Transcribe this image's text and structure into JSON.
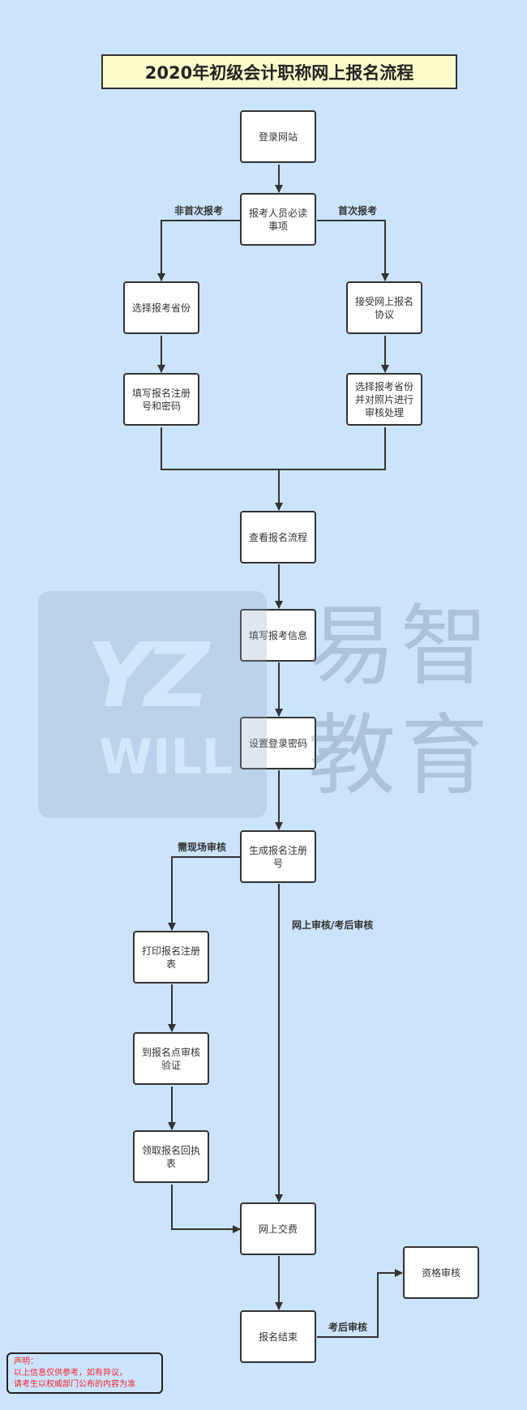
{
  "title": "2020年初级会计职称网上报名流程",
  "nodes": {
    "login": "登录网站",
    "read": "报考人员必读事项",
    "left_select": "选择报考省份",
    "right_accept": "接受网上报名协议",
    "left_fill": "填写报名注册号和密码",
    "right_select": "选择报考省份并对照片进行审核处理",
    "view": "查看报名流程",
    "fill_info": "填写报考信息",
    "set_pwd": "设置登录密码",
    "gen_no": "生成报名注册号",
    "print": "打印报名注册表",
    "verify": "到报名点审核验证",
    "receipt": "领取报名回执表",
    "pay": "网上交费",
    "end": "报名结束",
    "qualify": "资格审核"
  },
  "edge_labels": {
    "not_first": "非首次报考",
    "first": "首次报考",
    "onsite": "需现场审核",
    "online": "网上审核/考后审核",
    "post_exam": "考后审核"
  },
  "watermark": {
    "logo_top": "YZ",
    "logo_bottom": "WILL",
    "text": "易智教育"
  },
  "disclaimer": {
    "heading": "声明：",
    "line1": "以上信息仅供参考，如有异议，",
    "line2": "请考生以权威部门公布的内容为准"
  }
}
